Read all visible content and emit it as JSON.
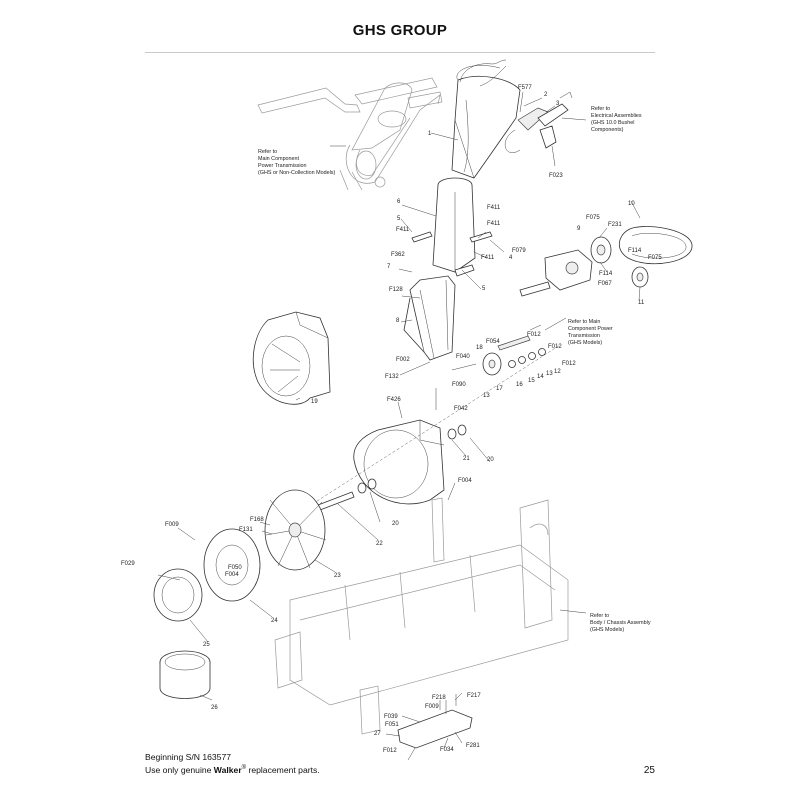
{
  "page": {
    "title": "GHS GROUP",
    "footer": {
      "serial": "Beginning S/N 163577",
      "notice_pre": "Use only genuine ",
      "brand": "Walker",
      "reg": "®",
      "notice_post": " replacement parts."
    },
    "page_number": "25"
  },
  "references": {
    "main_component_ghs": [
      "Refer to",
      "Main Component",
      "Power Transmission",
      "(GHS or Non-Collection Models)"
    ],
    "electrical": [
      "Refer to",
      "Electrical Assemblies",
      "(GHS 10.0 Bushel",
      "Components)"
    ],
    "main_component_models": [
      "Refer to Main",
      "Component Power",
      "Transmission",
      "(GHS Models)"
    ],
    "body_chassis": [
      "Refer to",
      "Body / Chassis Assembly",
      "(GHS Models)"
    ]
  },
  "callouts": {
    "c1": "1",
    "c2": "2",
    "c3": "3",
    "c4": "4",
    "c5a": "5",
    "c5b": "5",
    "c6": "6",
    "c7": "7",
    "c8": "8",
    "c9": "9",
    "c10": "10",
    "c11": "11",
    "c12": "12",
    "c13a": "13",
    "c13b": "13",
    "c14": "14",
    "c15": "15",
    "c16": "16",
    "c17": "17",
    "c18": "18",
    "c19": "19",
    "c20a": "20",
    "c20b": "20",
    "c21": "21",
    "c22": "22",
    "c23": "23",
    "c24": "24",
    "c25": "25",
    "c26": "26",
    "c27": "27",
    "F577": "F577",
    "F023": "F023",
    "F411a": "F411",
    "F411b": "F411",
    "F411c": "F411",
    "F079": "F079",
    "F362": "F362",
    "F128": "F128",
    "F075a": "F075",
    "F075b": "F075",
    "F231": "F231",
    "F114a": "F114",
    "F114b": "F114",
    "F067": "F067",
    "F012a": "F012",
    "F012b": "F012",
    "F012c": "F012",
    "F054": "F054",
    "F040": "F040",
    "F002": "F002",
    "F132": "F132",
    "F090": "F090",
    "F042": "F042",
    "F426": "F426",
    "F004a": "F004",
    "F004b": "F004",
    "F009a": "F009",
    "F009b": "F009",
    "F168": "F168",
    "F131": "F131",
    "F050": "F050",
    "F029": "F029",
    "F218": "F218",
    "F217": "F217",
    "F039": "F039",
    "F051": "F051",
    "F034": "F034",
    "F281": "F281"
  }
}
